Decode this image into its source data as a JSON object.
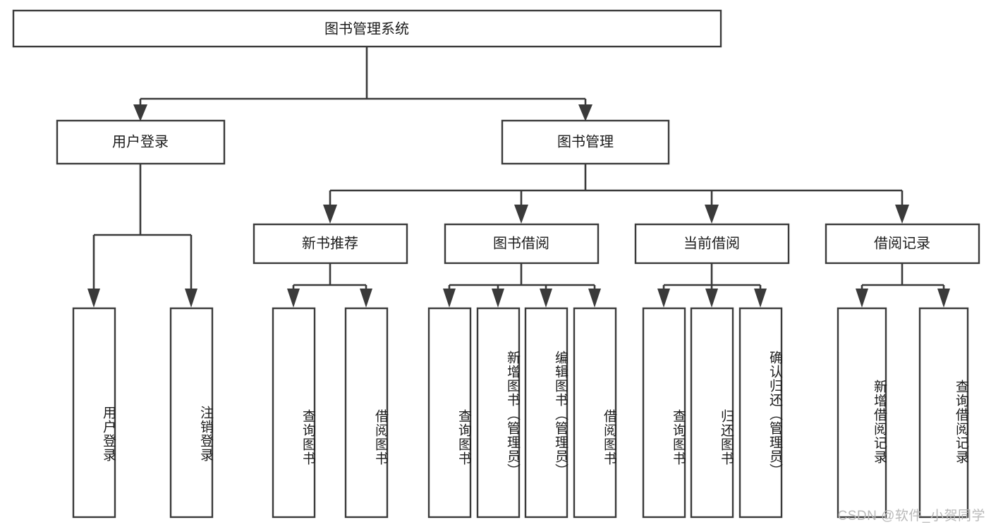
{
  "diagram": {
    "type": "tree-hierarchy",
    "title": "图书管理系统",
    "orientation": "top-down",
    "root": {
      "label": "图书管理系统",
      "children": [
        {
          "label": "用户登录",
          "children": [
            {
              "label": "用户登录"
            },
            {
              "label": "注销登录"
            }
          ]
        },
        {
          "label": "图书管理",
          "children": [
            {
              "label": "新书推荐",
              "children": [
                {
                  "label": "查询图书"
                },
                {
                  "label": "借阅图书"
                }
              ]
            },
            {
              "label": "图书借阅",
              "children": [
                {
                  "label": "查询图书"
                },
                {
                  "label": "新增图书（管理员）"
                },
                {
                  "label": "编辑图书（管理员）"
                },
                {
                  "label": "借阅图书"
                }
              ]
            },
            {
              "label": "当前借阅",
              "children": [
                {
                  "label": "查询图书"
                },
                {
                  "label": "归还图书"
                },
                {
                  "label": "确认归还（管理员）"
                }
              ]
            },
            {
              "label": "借阅记录",
              "children": [
                {
                  "label": "新增借阅记录"
                },
                {
                  "label": "查询借阅记录"
                }
              ]
            }
          ]
        }
      ]
    }
  },
  "nodes": {
    "root": "图书管理系统",
    "l2": {
      "user_login": "用户登录",
      "book_mgmt": "图书管理"
    },
    "l3": {
      "new_book_rec": "新书推荐",
      "book_borrow": "图书借阅",
      "current_borrow": "当前借阅",
      "borrow_record": "借阅记录"
    },
    "leaves": {
      "user_login_1": "用户登录",
      "user_login_2": "注销登录",
      "new_book_1": "查询图书",
      "new_book_2": "借阅图书",
      "borrow_1": "查询图书",
      "borrow_2": "新增图书（管理员）",
      "borrow_3": "编辑图书（管理员）",
      "borrow_4": "借阅图书",
      "current_1": "查询图书",
      "current_2": "归还图书",
      "current_3": "确认归还（管理员）",
      "record_1": "新增借阅记录",
      "record_2": "查询借阅记录"
    }
  },
  "watermark": {
    "text": "CSDN @软件_小贺同学"
  },
  "colors": {
    "background": "#ffffff",
    "box_fill": "#ffffff",
    "box_stroke": "#3a3a3a",
    "connector": "#3a3a3a",
    "text": "#1b1b1b",
    "watermark": "#b9b9b9"
  }
}
